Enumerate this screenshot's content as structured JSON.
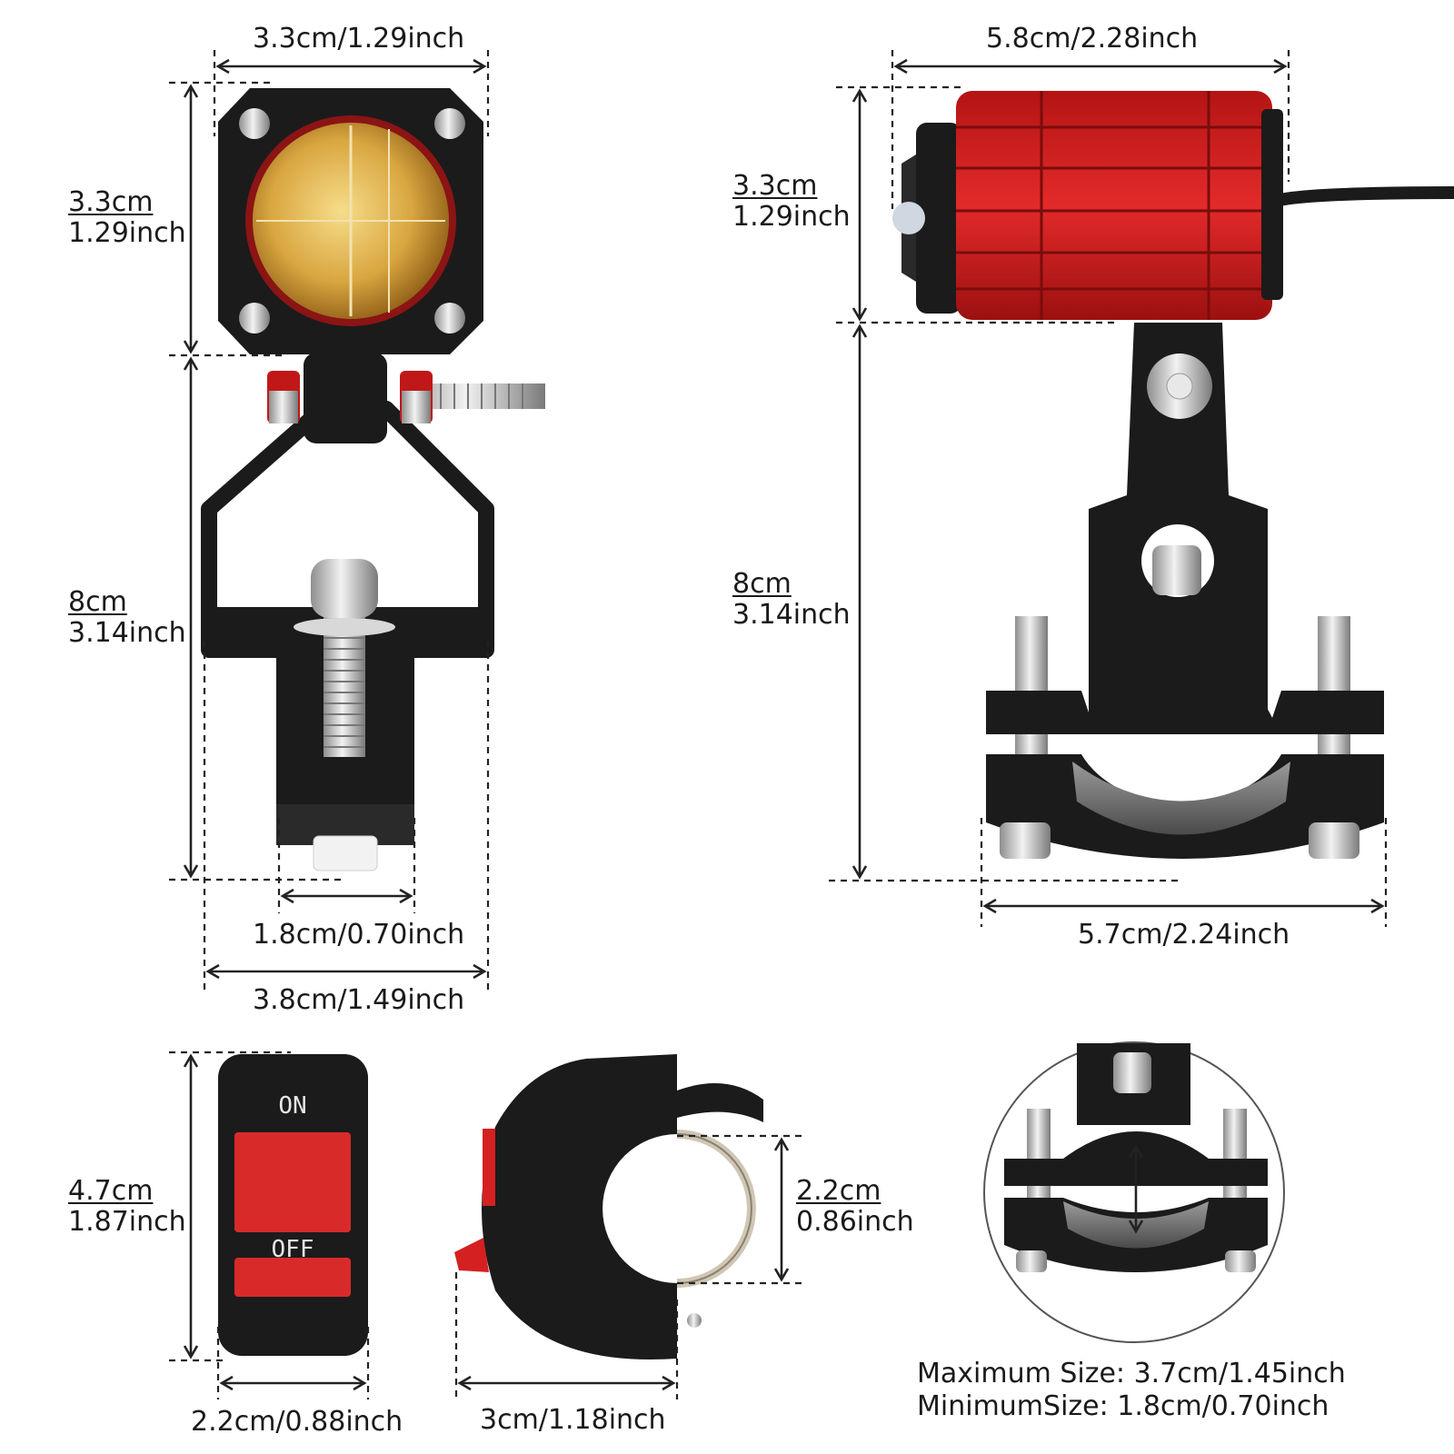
{
  "dims": {
    "front_width": "3.3cm/1.29inch",
    "front_head_h_cm": "3.3cm",
    "front_head_h_in": "1.29inch",
    "front_bracket_h_cm": "8cm",
    "front_bracket_h_in": "3.14inch",
    "front_bolt_w": "1.8cm/0.70inch",
    "front_base_w": "3.8cm/1.49inch",
    "side_width": "5.8cm/2.28inch",
    "side_head_h_cm": "3.3cm",
    "side_head_h_in": "1.29inch",
    "side_bracket_h_cm": "8cm",
    "side_bracket_h_in": "3.14inch",
    "side_clamp_w": "5.7cm/2.24inch",
    "switch_h_cm": "4.7cm",
    "switch_h_in": "1.87inch",
    "switch_w": "2.2cm/0.88inch",
    "housing_w": "3cm/1.18inch",
    "housing_ring_cm": "2.2cm",
    "housing_ring_in": "0.86inch"
  },
  "clamp_note": {
    "max": "Maximum Size:  3.7cm/1.45inch",
    "min": "MinimumSize:  1.8cm/0.70inch"
  },
  "switch": {
    "on_text": "ON",
    "off_text": "OFF"
  },
  "colors": {
    "housing_red": "#d42020",
    "black": "#1b1b1b",
    "lens_amber": "#d9a640"
  }
}
